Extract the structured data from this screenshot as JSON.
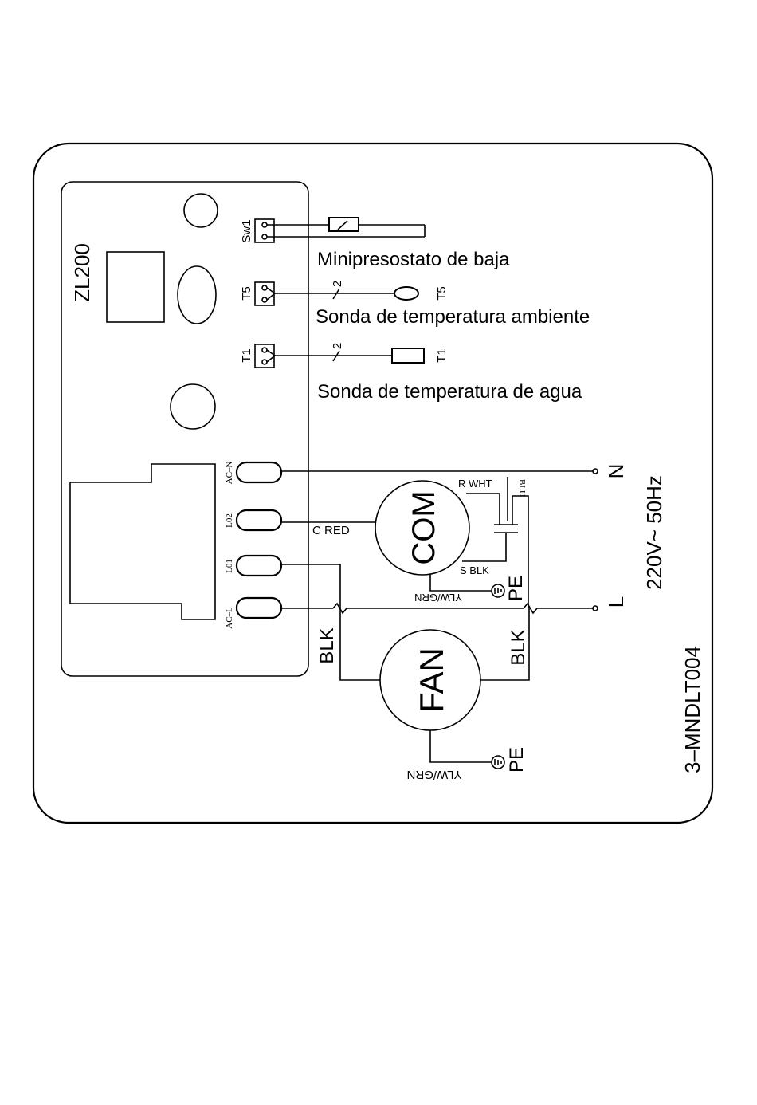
{
  "board": {
    "model": "ZL200",
    "terminals": {
      "sw1": "Sw1",
      "t5": "T5",
      "t1": "T1",
      "ac_n": "AC–N",
      "l02": "L02",
      "l01": "L01",
      "ac_l": "AC–L"
    }
  },
  "sensors": {
    "pressure_switch_label": "Minipresostato de baja",
    "ambient_probe_label": "Sonda de temperatura ambiente",
    "ambient_probe_tag": "T5",
    "ambient_wire_count": "2",
    "water_probe_label": "Sonda de temperatura de agua",
    "water_probe_tag": "T1",
    "water_wire_count": "2"
  },
  "compressor": {
    "name": "COM",
    "wire_common": "C RED",
    "wire_run": "R WHT",
    "wire_start": "S BLK",
    "wire_capacitor": "BLU",
    "earth_wire": "YLW/GRN",
    "earth_label": "PE"
  },
  "fan": {
    "name": "FAN",
    "wire_left": "BLK",
    "wire_right": "BLK",
    "earth_wire": "YLW/GRN",
    "earth_label": "PE"
  },
  "supply": {
    "neutral": "N",
    "live": "L",
    "rating": "220V~ 50Hz"
  },
  "drawing_code": "3–MNDLT004"
}
